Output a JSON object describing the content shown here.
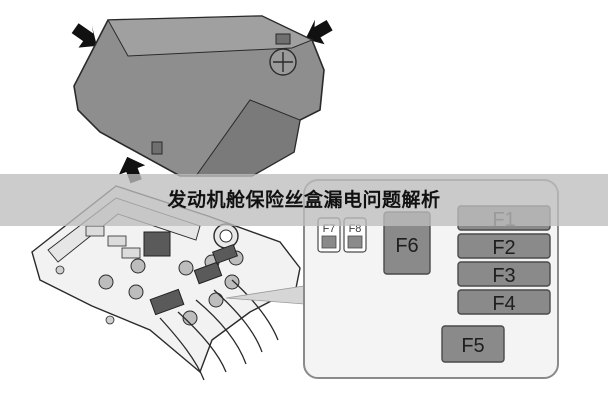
{
  "banner": {
    "title": "发动机舱保险丝盒漏电问题解析"
  },
  "fuses": {
    "small": [
      {
        "label": "F7"
      },
      {
        "label": "F8"
      }
    ],
    "large": {
      "label": "F6"
    },
    "row": [
      {
        "label": "F1"
      },
      {
        "label": "F2"
      },
      {
        "label": "F3"
      },
      {
        "label": "F4"
      }
    ],
    "bottom": {
      "label": "F5"
    }
  },
  "colors": {
    "cover_fill": "#8c8c8c",
    "fuse_fill": "#8a8a8a",
    "panel_fill": "#f3f3f3",
    "line": "#2a2a2a"
  }
}
